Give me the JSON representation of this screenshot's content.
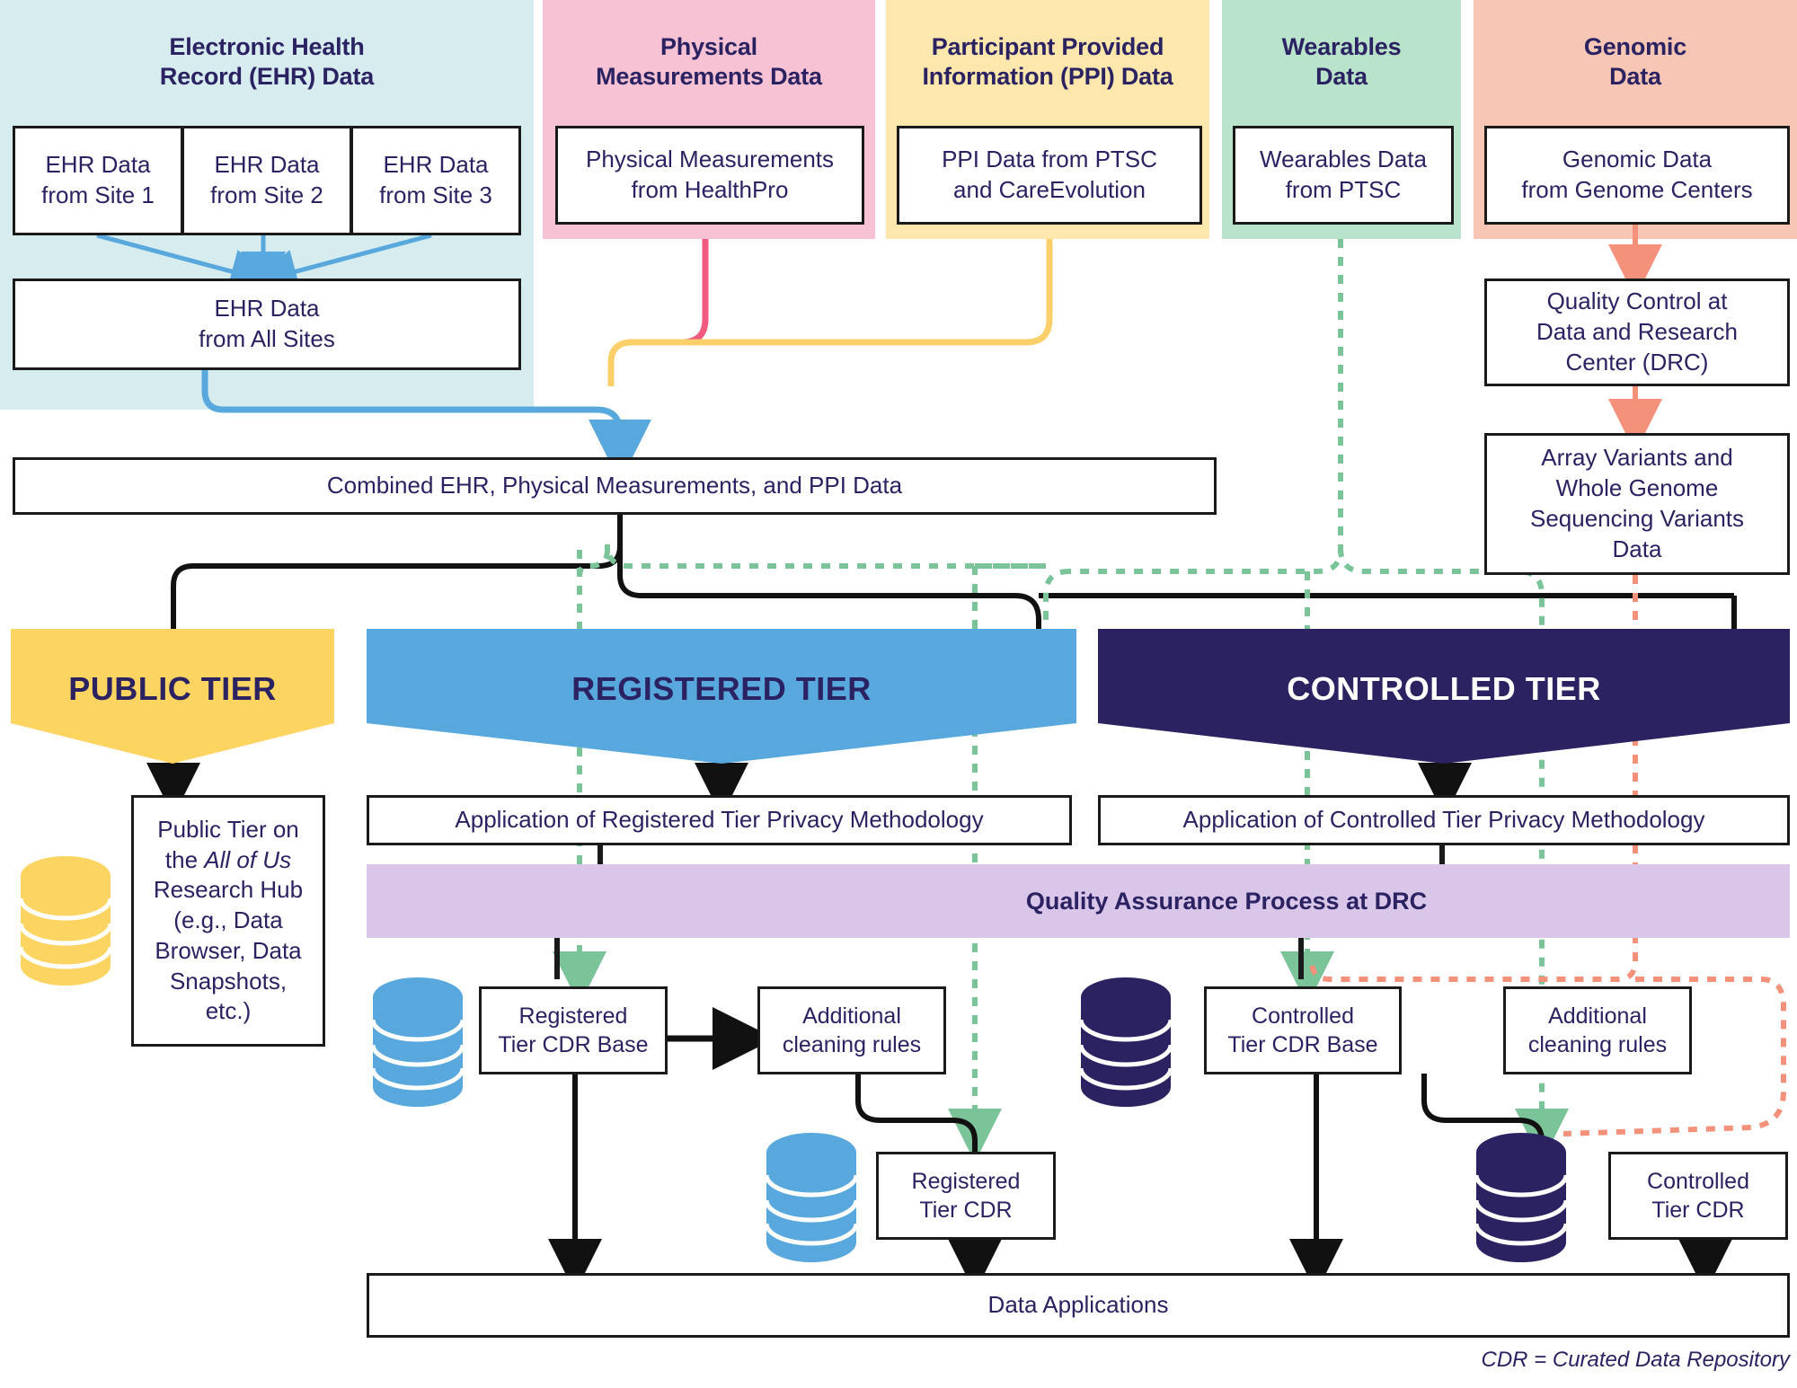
{
  "diagram": {
    "title_footnote": "CDR = Curated Data Repository",
    "colors": {
      "ehr_panel": "#d6ecef",
      "physical_panel": "#f7c2d4",
      "ppi_panel": "#fde7ad",
      "wearables_panel": "#b9e3ca",
      "genomic_panel": "#f8c6b4",
      "public_tier": "#fcd462",
      "registered_tier": "#58a8dd",
      "controlled_tier": "#2b2262",
      "qa_band": "#d9c6e8",
      "text_navy": "#2b2262",
      "ehr_arrow": "#58a8dd",
      "physical_arrow": "#ef5a7e",
      "ppi_arrow": "#fbcf6a",
      "wearables_arrow": "#7bc49a",
      "genomic_arrow": "#f4917a"
    }
  },
  "sources": [
    {
      "key": "ehr",
      "title": "Electronic Health\nRecord (EHR) Data",
      "title_line1": "Electronic Health",
      "title_line2": "Record (EHR) Data",
      "boxes": [
        {
          "line1": "EHR Data",
          "line2": "from Site 1"
        },
        {
          "line1": "EHR Data",
          "line2": "from Site 2"
        },
        {
          "line1": "EHR Data",
          "line2": "from Site 3"
        }
      ],
      "aggregate": {
        "line1": "EHR Data",
        "line2": "from All Sites"
      }
    },
    {
      "key": "physical",
      "title_line1": "Physical",
      "title_line2": "Measurements Data",
      "boxes": [
        {
          "line1": "Physical Measurements",
          "line2": "from HealthPro"
        }
      ]
    },
    {
      "key": "ppi",
      "title_line1": "Participant Provided",
      "title_line2": "Information (PPI) Data",
      "boxes": [
        {
          "line1": "PPI Data from PTSC",
          "line2": "and CareEvolution"
        }
      ]
    },
    {
      "key": "wearables",
      "title_line1": "Wearables",
      "title_line2": "Data",
      "boxes": [
        {
          "line1": "Wearables Data",
          "line2": "from PTSC"
        }
      ]
    },
    {
      "key": "genomic",
      "title_line1": "Genomic",
      "title_line2": "Data",
      "boxes": [
        {
          "line1": "Genomic Data",
          "line2": "from Genome Centers"
        }
      ]
    }
  ],
  "genomic_chain": [
    {
      "line1": "Quality Control at",
      "line2": "Data and Research",
      "line3": "Center (DRC)"
    },
    {
      "line1": "Array Variants and",
      "line2": "Whole Genome",
      "line3": "Sequencing Variants",
      "line4": "Data"
    }
  ],
  "combined_box": {
    "label": "Combined EHR, Physical Measurements, and PPI Data"
  },
  "tiers": [
    {
      "key": "public",
      "label": "PUBLIC TIER"
    },
    {
      "key": "registered",
      "label": "REGISTERED TIER"
    },
    {
      "key": "controlled",
      "label": "CONTROLLED TIER"
    }
  ],
  "methodology": {
    "registered": "Application of Registered Tier Privacy Methodology",
    "controlled": "Application of Controlled Tier Privacy Methodology"
  },
  "qa_band": {
    "label": "Quality Assurance Process at DRC"
  },
  "public_tier_box": {
    "line1": "Public Tier on",
    "line2_pre": "the ",
    "line2_italic": "All of Us",
    "line3": "Research Hub",
    "line4": "(e.g., Data",
    "line5": "Browser, Data",
    "line6": "Snapshots,",
    "line7": "etc.)"
  },
  "registered_pipeline": {
    "cdr_base": {
      "line1": "Registered",
      "line2": "Tier CDR Base"
    },
    "cleaning": {
      "line1": "Additional",
      "line2": "cleaning rules"
    },
    "cdr": {
      "line1": "Registered",
      "line2": "Tier CDR"
    }
  },
  "controlled_pipeline": {
    "cdr_base": {
      "line1": "Controlled",
      "line2": "Tier CDR Base"
    },
    "cleaning": {
      "line1": "Additional",
      "line2": "cleaning rules"
    },
    "cdr": {
      "line1": "Controlled",
      "line2": "Tier CDR"
    }
  },
  "data_applications": {
    "label": "Data Applications"
  }
}
